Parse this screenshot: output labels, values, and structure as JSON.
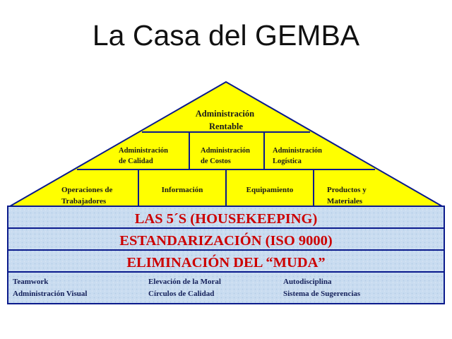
{
  "title": "La Casa del GEMBA",
  "colors": {
    "roof": "#ffff00",
    "outline": "#0a1a8c",
    "band_fill": "#c9dcf0",
    "band_text": "#cc0000",
    "base_text": "#14205a"
  },
  "roof": {
    "top": [
      "Administración",
      "Rentable"
    ],
    "row2": [
      [
        "Administración",
        "de Calidad"
      ],
      [
        "Administración",
        "de Costos"
      ],
      [
        "Administración",
        "Logística"
      ]
    ],
    "row3": [
      [
        "Operaciones de",
        "Trabajadores"
      ],
      [
        "Información"
      ],
      [
        "Equipamiento"
      ],
      [
        "Productos y",
        "Materiales"
      ]
    ]
  },
  "bands": [
    "LAS 5´S (HOUSEKEEPING)",
    "ESTANDARIZACIÓN (ISO 9000)",
    "ELIMINACIÓN DEL “MUDA”"
  ],
  "base": [
    [
      "Teamwork",
      "Administración Visual"
    ],
    [
      "Elevación de la Moral",
      "Círculos de Calidad"
    ],
    [
      "Autodisciplina",
      "Sistema de Sugerencias"
    ]
  ]
}
